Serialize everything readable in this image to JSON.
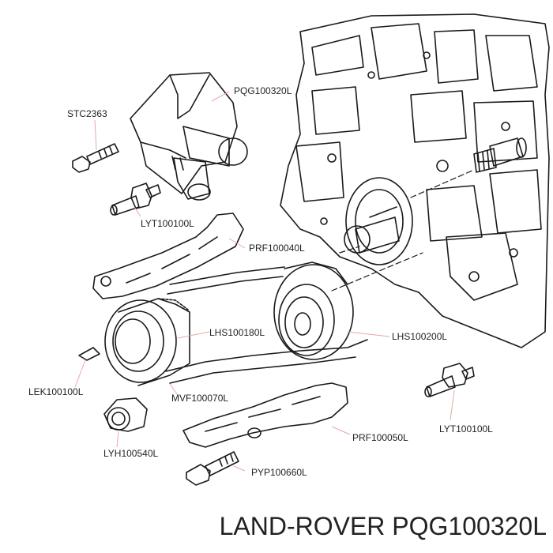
{
  "caption": "LAND-ROVER PQG100320L",
  "parts": {
    "tensioner": "PQG100320L",
    "bolt_top": "STC2363",
    "stud_left": "LYT100100L",
    "guide_upper": "PRF100040L",
    "sprocket_crank": "LHS100180L",
    "sprocket_cam": "LHS100200L",
    "key": "LEK100100L",
    "chain": "MVF100070L",
    "stud_right": "LYT100100L",
    "guide_lower": "PRF100050L",
    "nut": "LYH100540L",
    "bolt_bottom": "PYP100660L"
  },
  "colors": {
    "line": "#1a1a1a",
    "leader": "#e8a8a8",
    "label": "#222222"
  }
}
